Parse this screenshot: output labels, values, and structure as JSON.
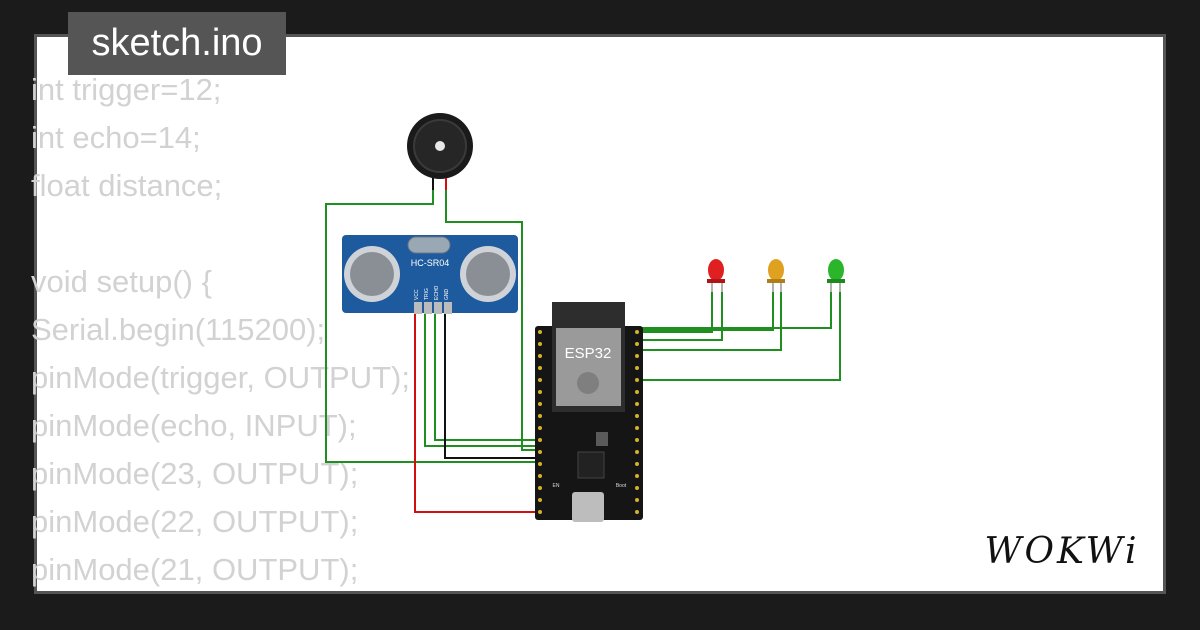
{
  "file_tab": {
    "label": "sketch.ino"
  },
  "code_lines": [
    "int trigger=12;",
    "int echo=14;",
    "float distance;",
    "",
    "void setup() {",
    "Serial.begin(115200);",
    "pinMode(trigger, OUTPUT);",
    "pinMode(echo, INPUT);",
    "pinMode(23, OUTPUT);",
    "pinMode(22, OUTPUT);",
    "pinMode(21, OUTPUT);"
  ],
  "sensor": {
    "label": "HC-SR04",
    "pins": [
      "VCC",
      "TRIG",
      "ECHO",
      "GND"
    ]
  },
  "board": {
    "label": "ESP32",
    "boot_label": "Boot",
    "en_label": "EN"
  },
  "leds": [
    {
      "color_name": "red",
      "color": "#e02020"
    },
    {
      "color_name": "yellow",
      "color": "#e0a020"
    },
    {
      "color_name": "green",
      "color": "#2ab52a"
    }
  ],
  "colors": {
    "wire_green": "#1f8f1f",
    "wire_red": "#d01010",
    "wire_black": "#111111",
    "sensor_blue": "#1d5a9e"
  },
  "brand": {
    "text": "WOKWi"
  }
}
